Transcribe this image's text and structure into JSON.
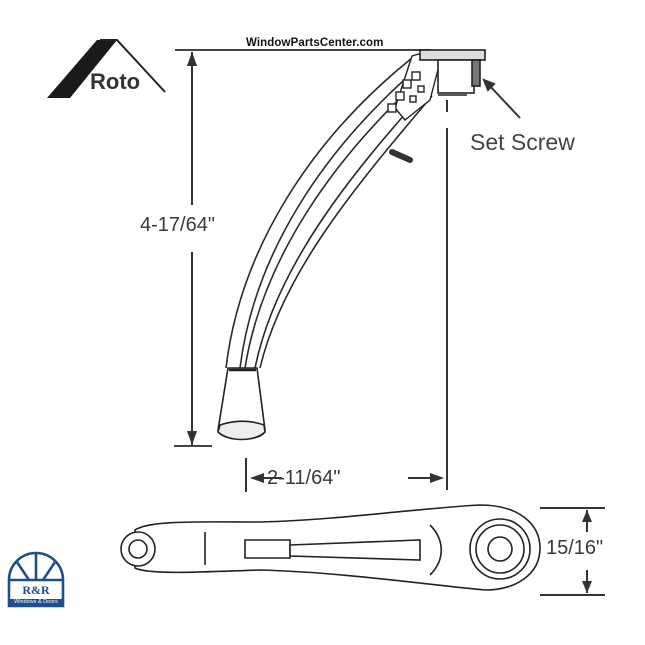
{
  "watermark": "WindowPartsCenter.com",
  "brand_logo": {
    "name": "Roto"
  },
  "dealer_logo": {
    "title": "R&R",
    "subtitle": "Windows & Doors",
    "color": "#1f4e8c"
  },
  "callouts": {
    "set_screw": "Set Screw"
  },
  "dimensions": {
    "height": "4-17/64\"",
    "width": "2-11/64\"",
    "thickness": "15/16\""
  },
  "colors": {
    "line": "#333333",
    "background": "#ffffff",
    "logo_blue": "#1f4e8c"
  }
}
